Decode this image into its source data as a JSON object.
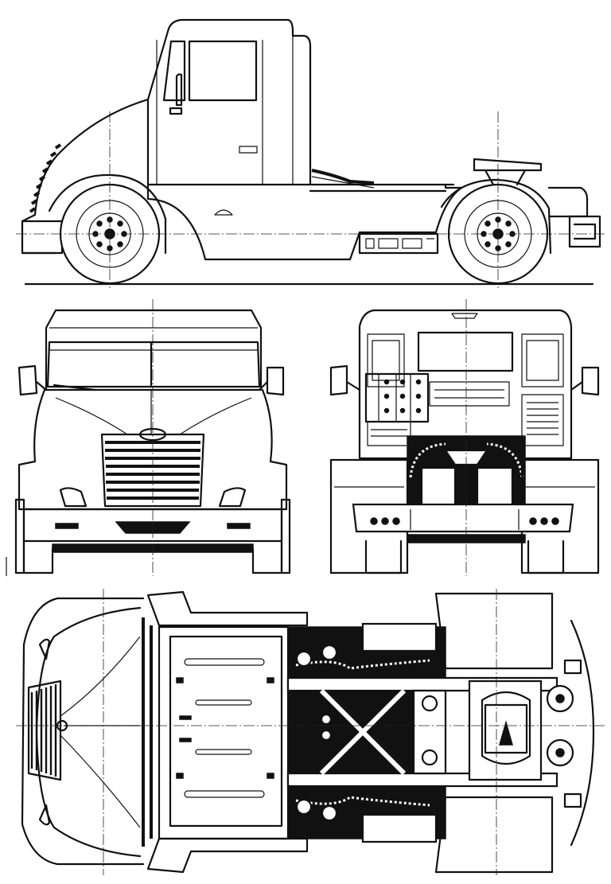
{
  "drawing": {
    "subject": "semi-truck-tractor-blueprint",
    "views": [
      {
        "id": "side",
        "icon": "truck-side-view"
      },
      {
        "id": "front",
        "icon": "truck-front-view"
      },
      {
        "id": "rear",
        "icon": "truck-rear-view"
      },
      {
        "id": "top",
        "icon": "truck-top-view"
      }
    ],
    "colors": {
      "ink": "#111111",
      "paper": "#ffffff"
    }
  }
}
